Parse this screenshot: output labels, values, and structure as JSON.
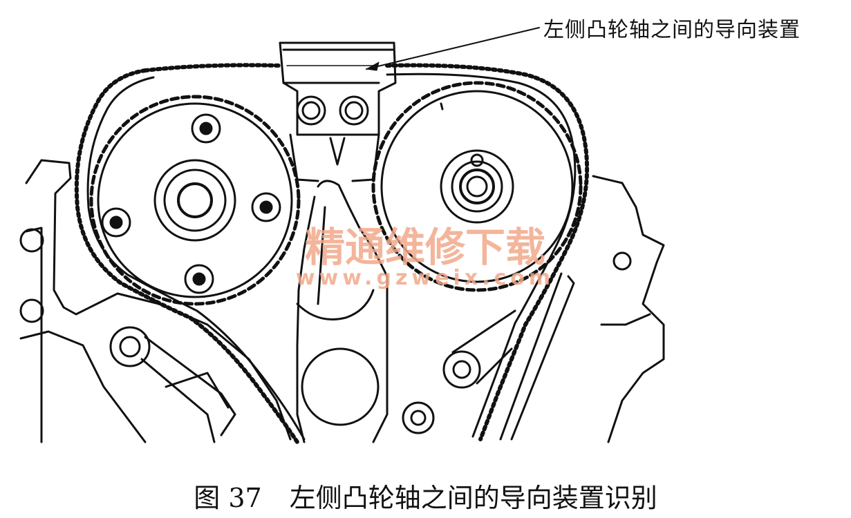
{
  "figure": {
    "callout_label": "左侧凸轮轴之间的导向装置",
    "caption_number": "图 37",
    "caption_title": "左侧凸轮轴之间的导向装置识别"
  },
  "watermark": {
    "line1": "精通维修下载",
    "line2": "www.gzweix.com",
    "color": "#f2a98a"
  },
  "colors": {
    "ink": "#111111",
    "paper": "#ffffff"
  }
}
